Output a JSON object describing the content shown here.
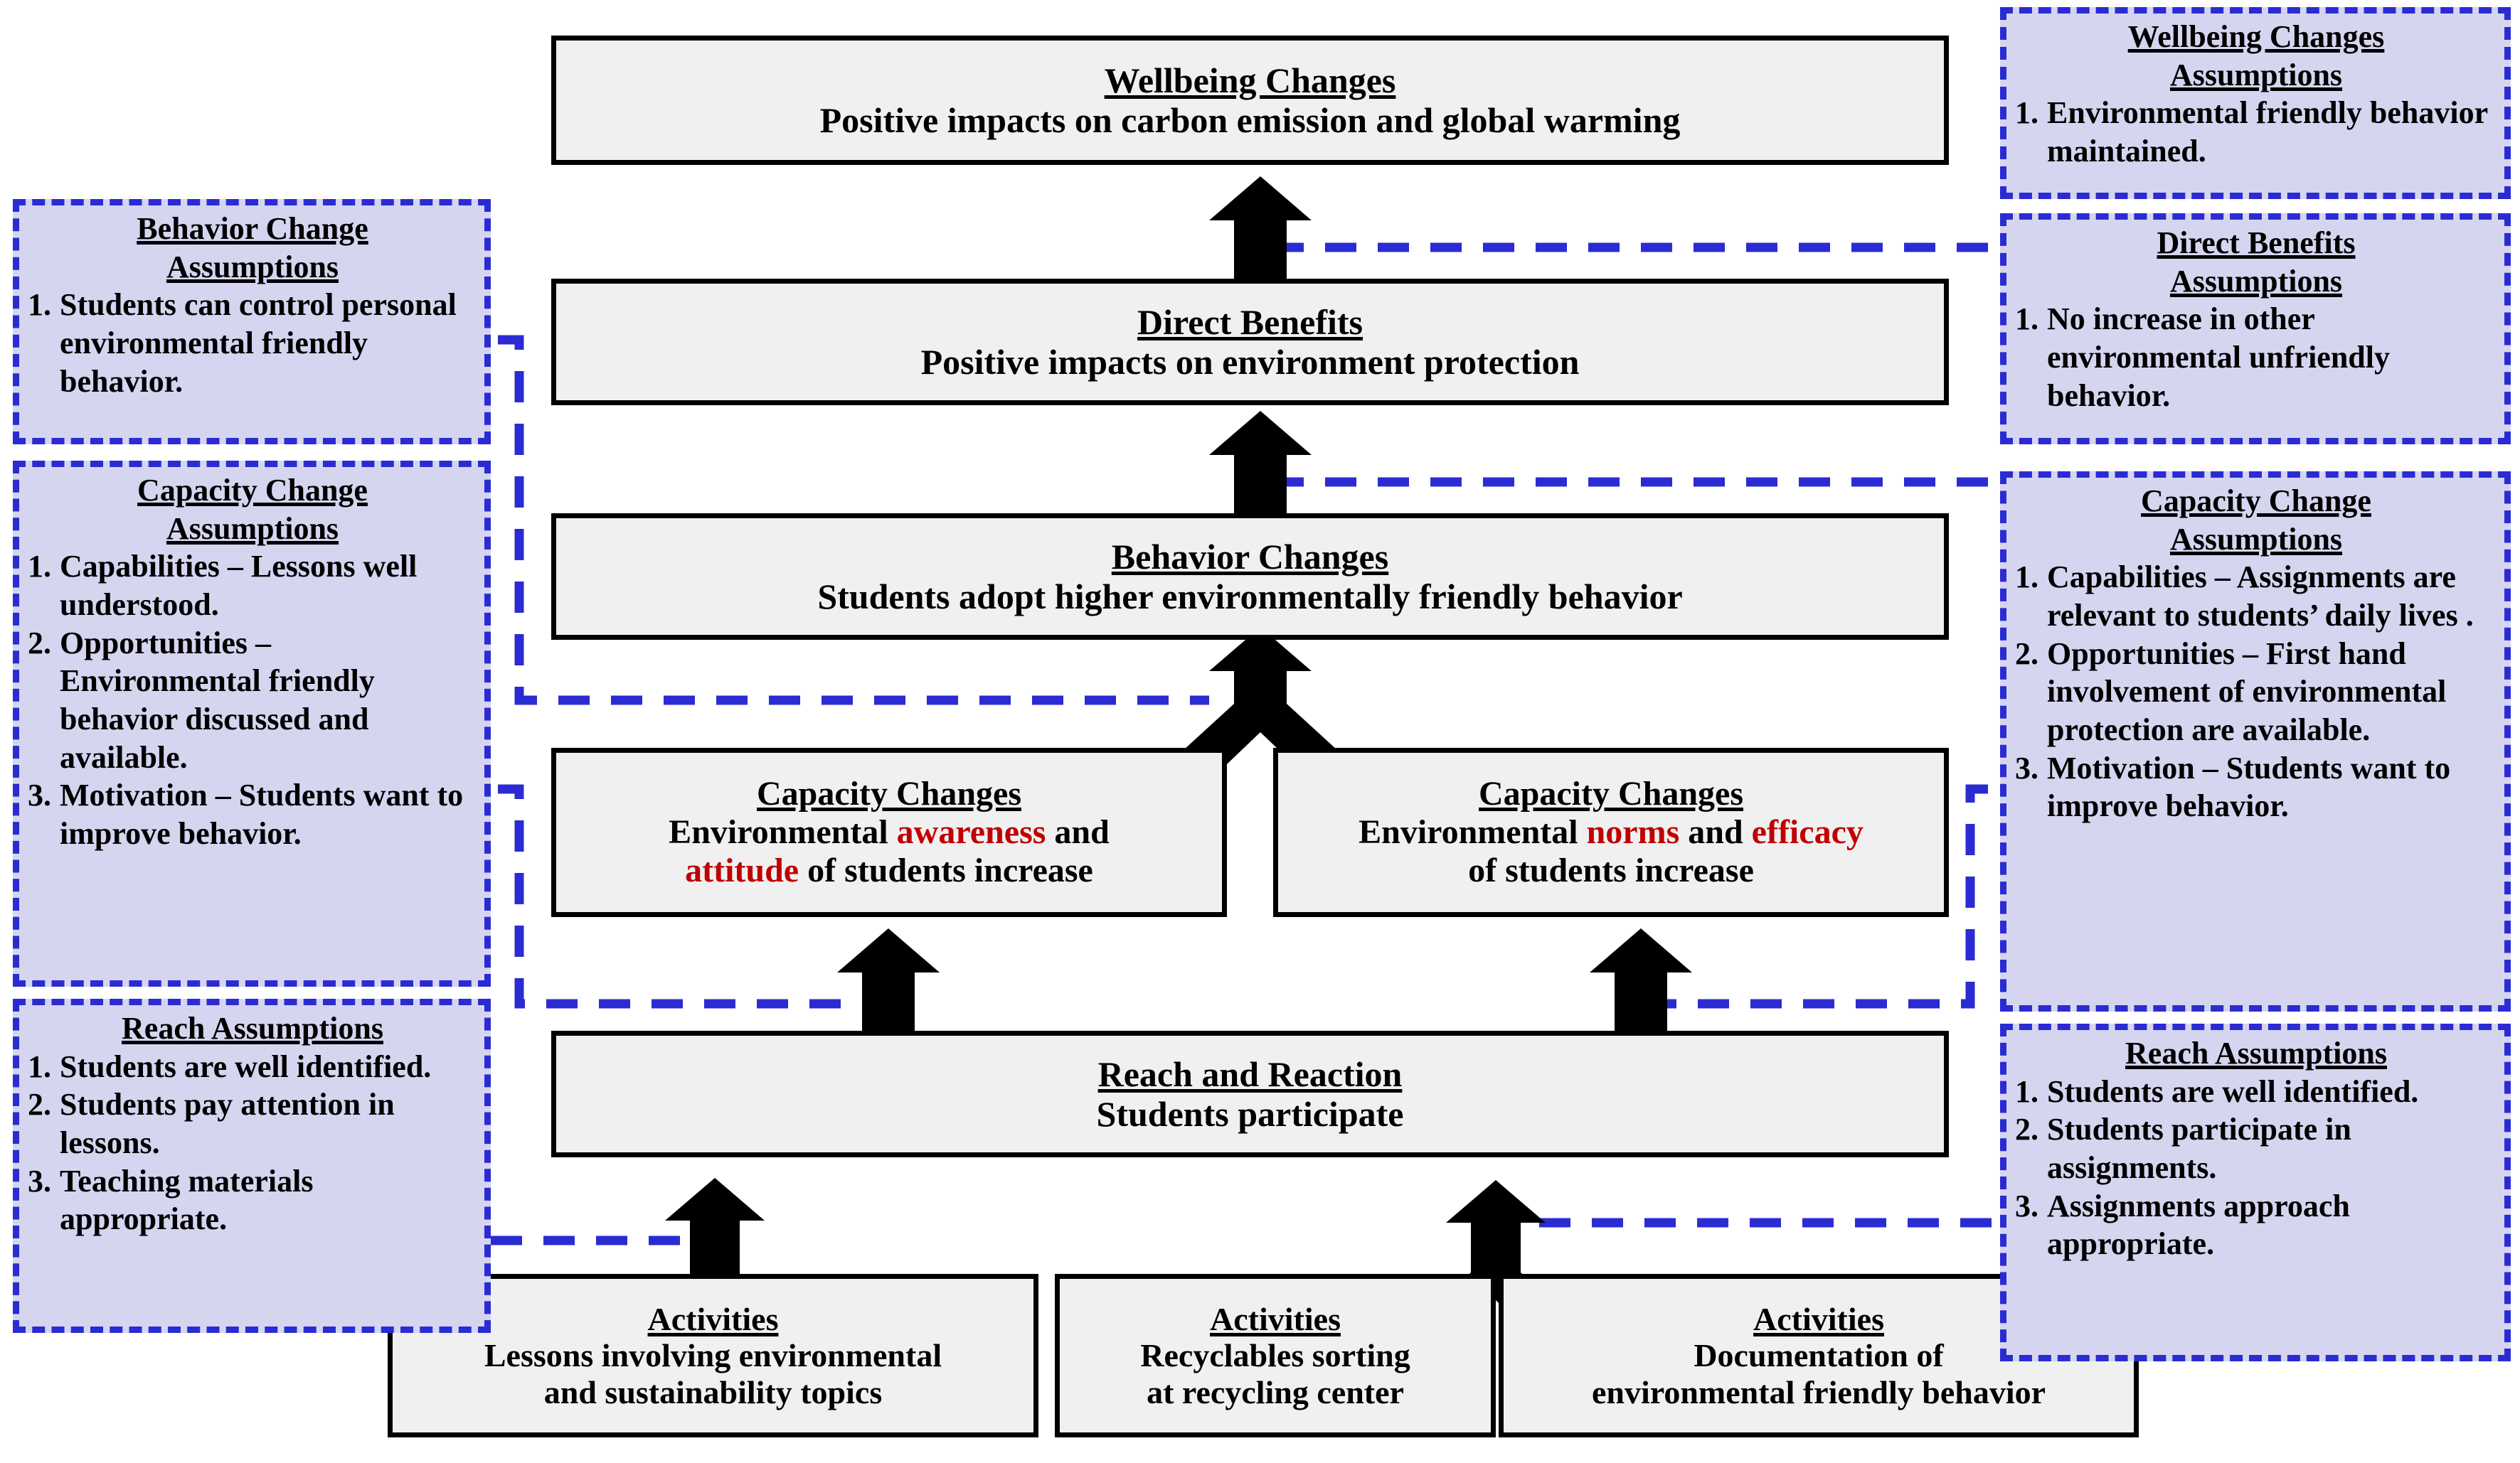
{
  "chain": {
    "wellbeing": {
      "title": "Wellbeing Changes",
      "body": "Positive impacts on carbon emission and global warming"
    },
    "direct_benefits": {
      "title": "Direct Benefits",
      "body": "Positive impacts on environment protection"
    },
    "behavior_changes": {
      "title": "Behavior Changes",
      "body": "Students adopt higher environmentally friendly behavior"
    },
    "capacity_left": {
      "title": "Capacity Changes",
      "line1_a": "Environmental ",
      "line1_hl": "awareness",
      "line1_b": " and",
      "line2_hl": "attitude",
      "line2_b": " of students increase"
    },
    "capacity_right": {
      "title": "Capacity Changes",
      "line1_a": "Environmental ",
      "line1_hl1": "norms",
      "line1_mid": " and ",
      "line1_hl2": "efficacy",
      "line2": "of students increase"
    },
    "reach": {
      "title": "Reach and Reaction",
      "body": "Students participate"
    },
    "activity1": {
      "title": "Activities",
      "line1": "Lessons involving environmental",
      "line2": "and sustainability topics"
    },
    "activity2": {
      "title": "Activities",
      "line1": "Recyclables sorting",
      "line2": "at recycling center"
    },
    "activity3": {
      "title": "Activities",
      "line1": "Documentation of",
      "line2": "environmental friendly behavior"
    }
  },
  "assumptions": {
    "wellbeing_right": {
      "title_line1": "Wellbeing Changes",
      "title_line2": "Assumptions",
      "items": [
        {
          "num": "1.",
          "text": "Environmental friendly behavior maintained."
        }
      ]
    },
    "direct_benefits_right": {
      "title_line1": "Direct Benefits",
      "title_line2": "Assumptions",
      "items": [
        {
          "num": "1.",
          "text": "No increase in other environmental unfriendly behavior."
        }
      ]
    },
    "behavior_left": {
      "title_line1": "Behavior Change",
      "title_line2": "Assumptions",
      "items": [
        {
          "num": "1.",
          "text": "Students can control personal environmental friendly behavior."
        }
      ]
    },
    "capacity_left": {
      "title_line1": "Capacity Change",
      "title_line2": "Assumptions",
      "items": [
        {
          "num": "1.",
          "text": "Capabilities – Lessons well understood."
        },
        {
          "num": "2.",
          "text": "Opportunities – Environmental friendly behavior discussed and available."
        },
        {
          "num": "3.",
          "text": "Motivation – Students want to improve behavior."
        }
      ]
    },
    "capacity_right": {
      "title_line1": "Capacity Change",
      "title_line2": "Assumptions",
      "items": [
        {
          "num": "1.",
          "text": "Capabilities – Assignments are relevant to students’ daily lives ."
        },
        {
          "num": "2.",
          "text": "Opportunities – First hand involvement of environmental protection are available."
        },
        {
          "num": "3.",
          "text": "Motivation – Students want to improve behavior."
        }
      ]
    },
    "reach_left": {
      "title_line1": "Reach Assumptions",
      "items": [
        {
          "num": "1.",
          "text": "Students are well identified."
        },
        {
          "num": "2.",
          "text": "Students pay attention in lessons."
        },
        {
          "num": "3.",
          "text": "Teaching materials appropriate."
        }
      ]
    },
    "reach_right": {
      "title_line1": "Reach Assumptions",
      "items": [
        {
          "num": "1.",
          "text": "Students are well identified."
        },
        {
          "num": "2.",
          "text": "Students participate in assignments."
        },
        {
          "num": "3.",
          "text": "Assignments approach appropriate."
        }
      ]
    }
  },
  "colors": {
    "box_fill": "#f0f0f0",
    "box_border": "#000000",
    "assumption_fill": "#d5d5f0",
    "assumption_border": "#2b2bd4",
    "highlight_text": "#c00000",
    "arrow": "#000000"
  }
}
